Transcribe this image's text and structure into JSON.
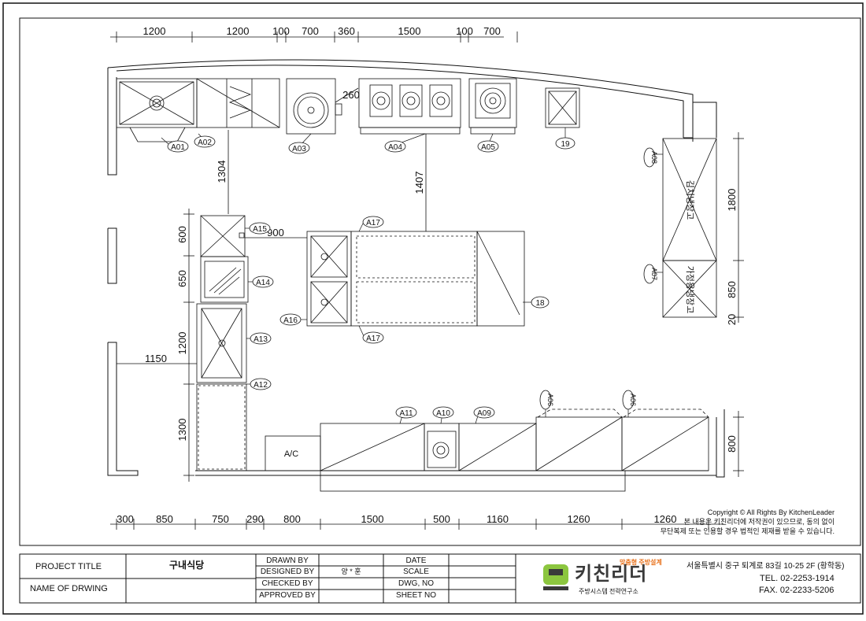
{
  "dimensions": {
    "top": [
      "1200",
      "1200",
      "100",
      "700",
      "360",
      "1500",
      "100",
      "700"
    ],
    "bottom": [
      "300",
      "850",
      "750",
      "290",
      "800",
      "1500",
      "500",
      "1160",
      "1260",
      "1260"
    ],
    "left": [
      "600",
      "650",
      "1200",
      "1300"
    ],
    "right": [
      "1800",
      "850",
      "20",
      "800"
    ],
    "interior": {
      "d1304": "1304",
      "d900": "900",
      "d1150": "1150",
      "d1407": "1407",
      "d260": "260"
    }
  },
  "labels": {
    "A01": "A01",
    "A02": "A02",
    "A03": "A03",
    "A04": "A04",
    "A05": "A05",
    "n19": "19",
    "A15": "A15",
    "A14": "A14",
    "A13": "A13",
    "A12": "A12",
    "A16": "A16",
    "A17a": "A17",
    "A17b": "A17",
    "n18": "18",
    "A11": "A11",
    "A10": "A10",
    "A09": "A09",
    "A06a": "A06",
    "A06b": "A06",
    "A08": "A08",
    "A07": "A07"
  },
  "equipment_text": {
    "ac": "A/C",
    "fridge_upper": "김치냉장고",
    "fridge_lower": "가정용냉장고"
  },
  "copyright": {
    "line1": "Copyright © All Rights By KitchenLeader",
    "line2": "본 내용은 키친리더에 저작권이 있으므로, 동의 없이",
    "line3": "무단복제 또는 인용할 경우 법적인 제재를 받을 수 있습니다."
  },
  "title_block": {
    "project_title_label": "PROJECT TITLE",
    "project_title_value": "구내식당",
    "name_of_drawing_label": "NAME OF DRWING",
    "drawn_by": "DRAWN BY",
    "designed_by": "DESIGNED BY",
    "designer": "양 * 훈",
    "checked_by": "CHECKED BY",
    "approved_by": "APPROVED BY",
    "date": "DATE",
    "scale": "SCALE",
    "dwg_no": "DWG, NO",
    "sheet_no": "SHEET NO",
    "logo_tagline": "맞춤형 주방설계",
    "logo_name": "키친리더",
    "logo_sub": "주방시스템 전략연구소",
    "address": "서울특별시 중구 퇴계로 83길 10-25 2F (황학동)",
    "tel": "TEL. 02-2253-1914",
    "fax": "FAX. 02-2233-5206"
  },
  "colors": {
    "line": "#1a1a1a",
    "logo_green": "#8cc63f",
    "logo_dark": "#3a3a3a",
    "tagline_orange": "#e8731e"
  }
}
